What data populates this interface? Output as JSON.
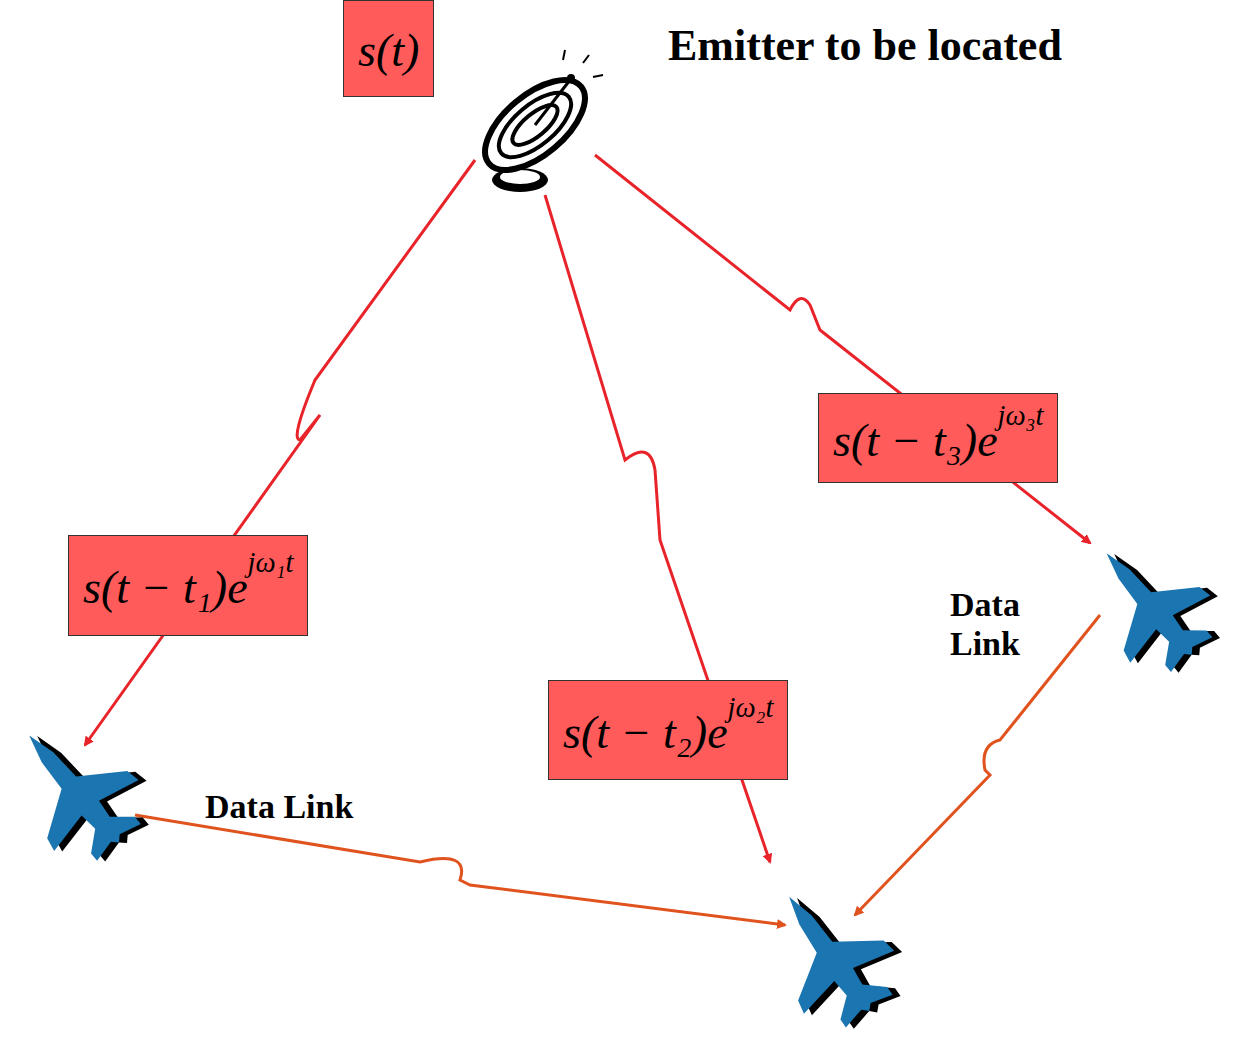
{
  "diagram": {
    "nodes": [
      {
        "text": [
          "s(t)"
        ]
      },
      {
        "text": [
          "s(t − t₁)e",
          "jω₁t"
        ]
      },
      {
        "text": [
          "s(t − t₂)e",
          "jω₂t"
        ]
      },
      {
        "text": [
          "s(t − t₃)e",
          "jω₃t"
        ]
      }
    ],
    "labels": [
      "Emitter to be located",
      "Data Link",
      "Data Link"
    ]
  }
}
